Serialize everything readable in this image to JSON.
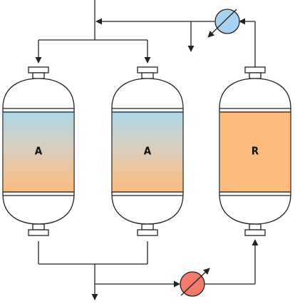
{
  "vessels": [
    {
      "id": "adsorber-1",
      "label": "A",
      "fill": "gradient-blue-orange"
    },
    {
      "id": "adsorber-2",
      "label": "A",
      "fill": "gradient-blue-orange"
    },
    {
      "id": "regenerator",
      "label": "R",
      "fill": "#fdbb7e"
    }
  ],
  "colors": {
    "line": "#222222",
    "adsorbent_top": "#a9d8ea",
    "adsorbent_bottom": "#fdbb7e",
    "regen_fill": "#fdbb7e",
    "cooler": "#a9d2f0",
    "heater": "#f47b6b"
  },
  "icons": {
    "cooler": "heat-exchanger-cooler-icon",
    "heater": "heat-exchanger-heater-icon",
    "arrow": "flow-arrow-icon"
  }
}
